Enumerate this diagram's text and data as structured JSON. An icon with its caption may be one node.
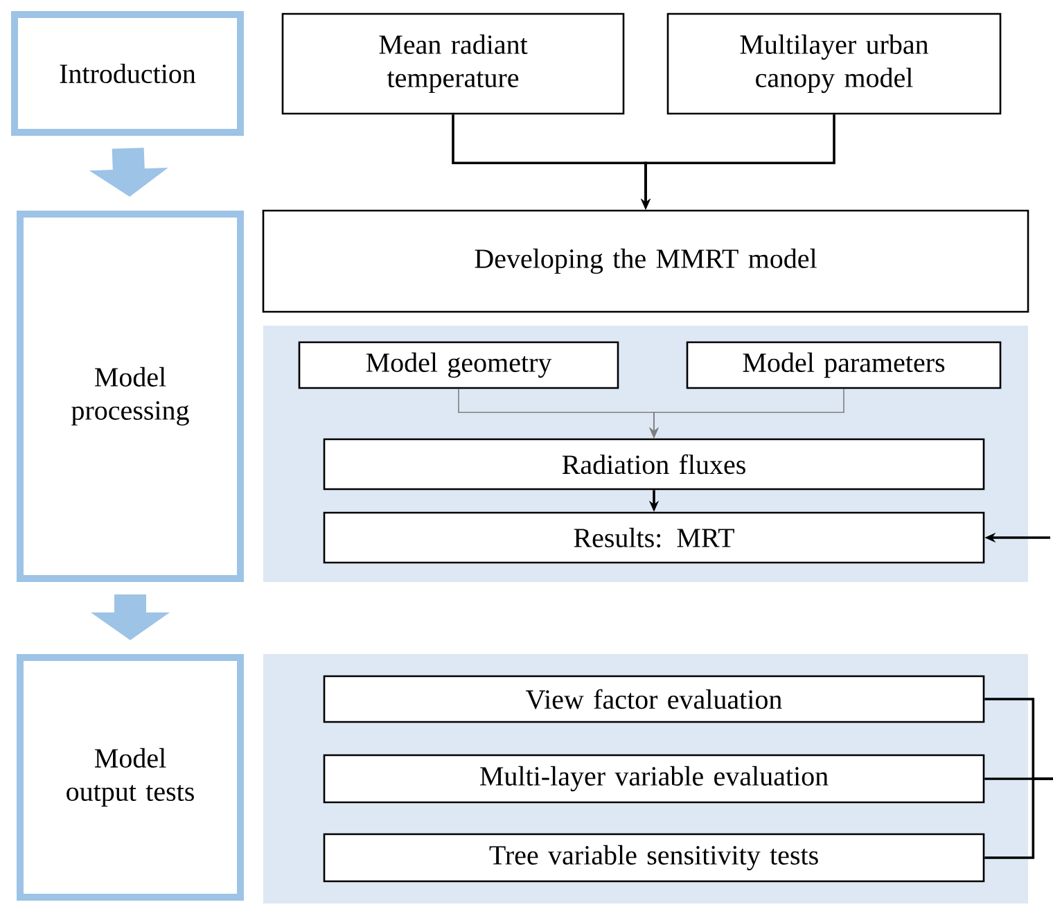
{
  "diagram": {
    "nodes": [
      {
        "text": [
          "Introduction"
        ]
      },
      {
        "text": [
          "Mean radiant temperature"
        ]
      },
      {
        "text": [
          "Multilayer urban canopy model"
        ]
      },
      {
        "text": [
          "Model processing"
        ]
      },
      {
        "text": [
          "Developing the MMRT model"
        ]
      },
      {
        "text": [],
        "shape": "box"
      },
      {
        "text": [
          "Model geometry"
        ],
        "in": 5
      },
      {
        "text": [
          "Model parameters"
        ],
        "in": 5
      },
      {
        "text": [
          "Radiation fluxes"
        ],
        "in": 5
      },
      {
        "text": [
          "Results: MRT"
        ],
        "in": 5
      },
      {
        "text": [
          "Model output tests"
        ]
      },
      {
        "text": [],
        "shape": "box"
      },
      {
        "text": [
          "View factor evaluation"
        ],
        "in": 11
      },
      {
        "text": [
          "Multi-layer variable evaluation"
        ],
        "in": 11
      },
      {
        "text": [
          "Tree variable sensitivity tests"
        ],
        "in": 11
      }
    ],
    "edges": [
      {
        "from": 0,
        "to": 3,
        "arrow": "to",
        "style": "thick",
        "color": "#9dc3e6"
      },
      {
        "from": 3,
        "to": 10,
        "arrow": "to",
        "style": "thick",
        "color": "#9dc3e6"
      },
      {
        "from": 1,
        "to": 4,
        "arrow": "to"
      },
      {
        "from": 2,
        "to": 4,
        "arrow": "to"
      },
      {
        "from": 6,
        "to": 8,
        "arrow": "to",
        "color": "#7f7f7f"
      },
      {
        "from": 7,
        "to": 8,
        "arrow": "to",
        "color": "#7f7f7f"
      },
      {
        "from": 8,
        "to": 9,
        "arrow": "to"
      },
      {
        "from": null,
        "to": 9,
        "arrow": "to"
      },
      {
        "from": 12,
        "to": null,
        "arrow": "none"
      },
      {
        "from": 13,
        "to": null,
        "arrow": "none"
      },
      {
        "from": 14,
        "to": null,
        "arrow": "none"
      }
    ]
  }
}
